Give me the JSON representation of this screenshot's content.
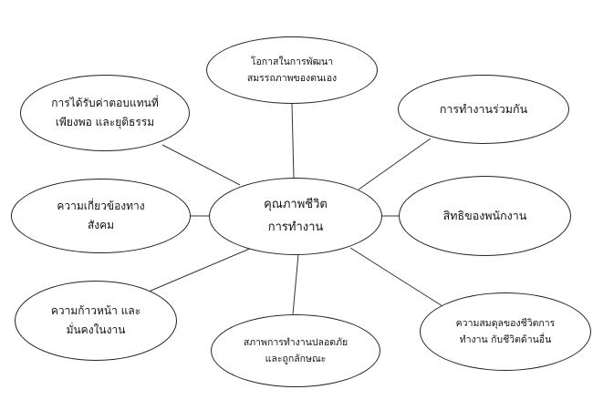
{
  "center": {
    "lines": [
      "คุณภาพชีวิต",
      "การทำงาน"
    ]
  },
  "nodes": [
    {
      "id": "development",
      "lines": [
        "โอกาสในการพัฒนา",
        "สมรรถภาพของตนเอง"
      ]
    },
    {
      "id": "teamwork",
      "lines": [
        "การทำงานร่วมกัน"
      ]
    },
    {
      "id": "rights",
      "lines": [
        "สิทธิของพนักงาน"
      ]
    },
    {
      "id": "balance",
      "lines": [
        "ความสมดุลของชีวิตการ",
        "ทำงาน กับชีวิตด้านอื่น"
      ]
    },
    {
      "id": "safety",
      "lines": [
        "สภาพการทำงานปลอดภัย",
        "และถูกลักษณะ"
      ]
    },
    {
      "id": "progress",
      "lines": [
        "ความก้าวหน้า และ",
        "มั่นคงในงาน"
      ]
    },
    {
      "id": "social",
      "lines": [
        "ความเกี่ยวข้องทาง",
        "สังคม"
      ]
    },
    {
      "id": "compensation",
      "lines": [
        "การได้รับค่าตอบแทนที่",
        "เพียงพอ และยุติธรรม"
      ]
    }
  ],
  "colors": {
    "line": "#333333",
    "border": "#222222",
    "background": "#ffffff",
    "text": "#111111"
  }
}
